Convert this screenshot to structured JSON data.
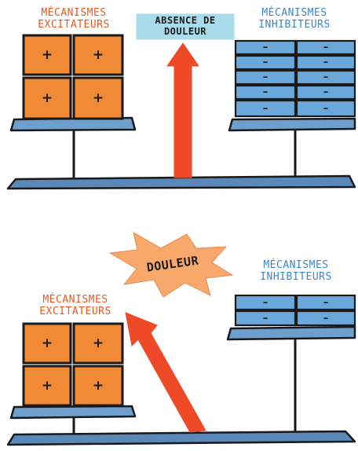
{
  "top_scene": {
    "left_label": [
      "MÉCANISMES",
      "EXCITATEURS"
    ],
    "right_label": [
      "MÉCANISMES",
      "INHIBITEURS"
    ],
    "center_label": [
      "ABSENCE DE",
      "DOULEUR"
    ],
    "excitatory_symbols": [
      "+",
      "+",
      "+",
      "+"
    ],
    "inhibitory_symbols": [
      "–",
      "–",
      "–",
      "–",
      "–",
      "–",
      "–",
      "–",
      "–",
      "–"
    ]
  },
  "bottom_scene": {
    "left_label": [
      "MÉCANISMES",
      "EXCITATEURS"
    ],
    "right_label": [
      "MÉCANISMES",
      "INHIBITEURS"
    ],
    "burst_label": "DOULEUR",
    "excitatory_symbols": [
      "+",
      "+",
      "+",
      "+"
    ],
    "inhibitory_symbols": [
      "–",
      "–",
      "–",
      "–"
    ]
  },
  "colors": {
    "excitatory": "#f08a35",
    "inhibitory": "#6aa8dc",
    "arrow": "#ef4a28",
    "label_box": "#a9dcea",
    "burst": "#f7a86a",
    "beam": "#5a88b8"
  }
}
